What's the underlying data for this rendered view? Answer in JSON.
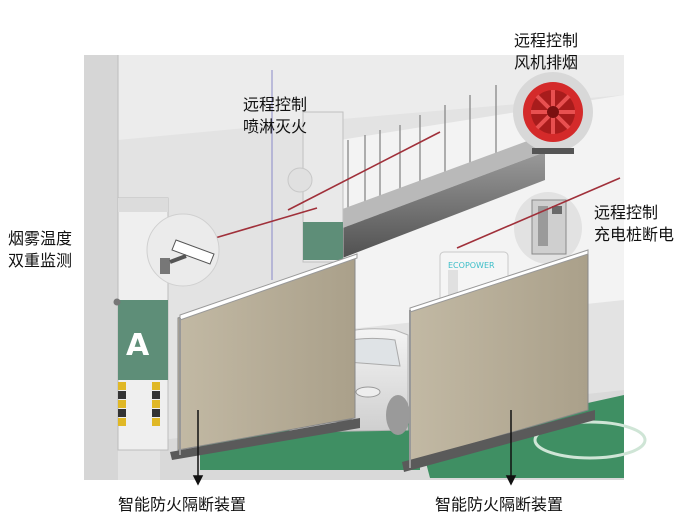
{
  "diagram": {
    "labels": {
      "smoke_temp": [
        "烟雾温度",
        "双重监测"
      ],
      "sprinkler": [
        "远程控制",
        "喷淋灭火"
      ],
      "fan": [
        "远程控制",
        "风机排烟"
      ],
      "charger": [
        "远程控制",
        "充电桩断电"
      ],
      "barrier_left": "智能防火隔断装置",
      "barrier_right": "智能防火隔断装置"
    },
    "charger_brand": "ECOPOWER",
    "pillar_letter": "A",
    "colors": {
      "annotation_line": "#a0303a",
      "fan_red": "#d42a2a",
      "floor_green": "#3f8f63",
      "barrier_fill": "#b3a993",
      "pillar_green": "#5e8e78"
    }
  }
}
